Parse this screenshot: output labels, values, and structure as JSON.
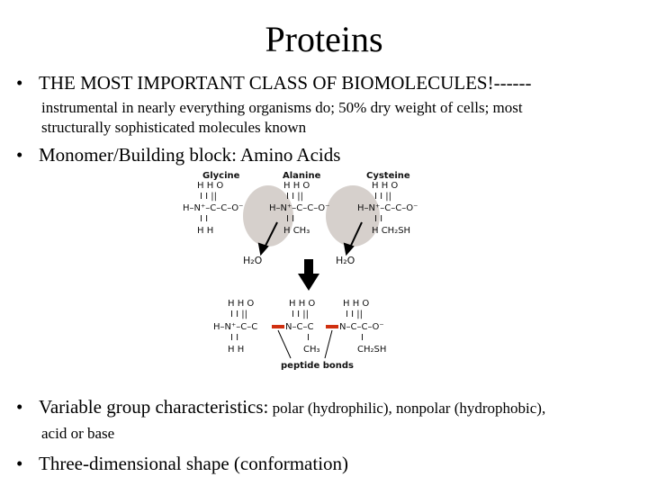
{
  "slide": {
    "title": "Proteins",
    "bullet1": "THE MOST IMPORTANT CLASS OF BIOMOLECULES!------",
    "bullet1_sub_line1": "instrumental in nearly everything organisms do; 50% dry weight of cells; most",
    "bullet1_sub_line2": "structurally sophisticated molecules known",
    "bullet2": "Monomer/Building block: Amino Acids",
    "bullet3_main": "Variable group characteristics:",
    "bullet3_small": " polar (hydrophilic), nonpolar (hydrophobic),",
    "bullet3_sub": "acid or base",
    "bullet4": "Three-dimensional shape (conformation)",
    "bullet_glyph": "•"
  },
  "figure": {
    "names": [
      "Glycine",
      "Alanine",
      "Cysteine"
    ],
    "water_label": "H₂O",
    "bonds_label": "peptide bonds",
    "side_chains": [
      "CH₃",
      "CH₂SH"
    ]
  }
}
